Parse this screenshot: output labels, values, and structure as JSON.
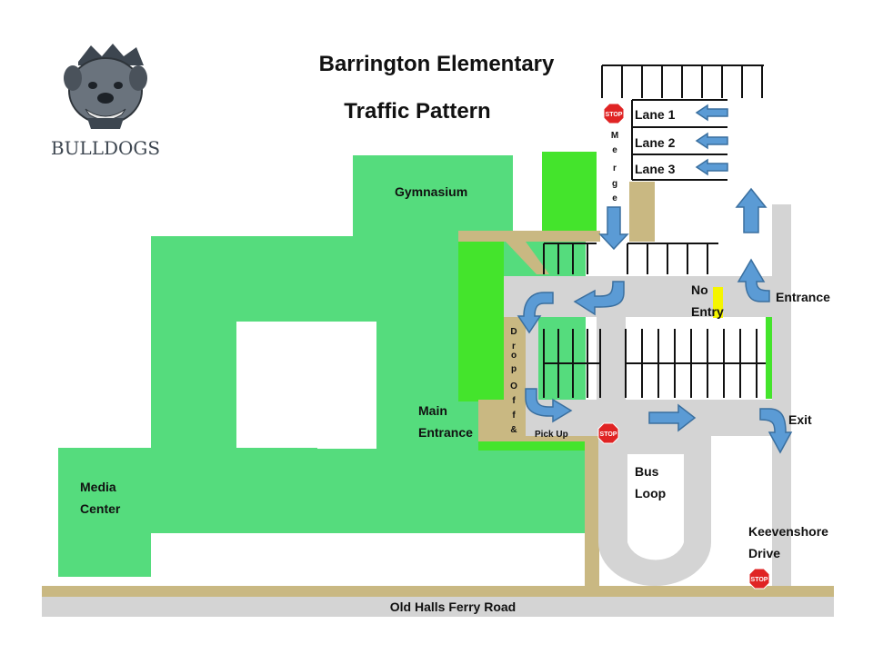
{
  "title": {
    "line1": "Barrington Elementary",
    "line2": "Traffic Pattern"
  },
  "logo": {
    "text": "BULLDOGS"
  },
  "labels": {
    "gymnasium": "Gymnasium",
    "main_entrance_1": "Main",
    "main_entrance_2": "Entrance",
    "media_center_1": "Media",
    "media_center_2": "Center",
    "bus_loop_1": "Bus",
    "bus_loop_2": "Loop",
    "no_entry_1": "No",
    "no_entry_2": "Entry",
    "entrance": "Entrance",
    "exit": "Exit",
    "street_1": "Keevenshore",
    "street_2": "Drive",
    "road": "Old Halls Ferry Road",
    "pick_up": "Pick Up",
    "stop": "STOP"
  },
  "lanes": [
    "Lane 1",
    "Lane 2",
    "Lane 3"
  ],
  "vertical_text": {
    "merge": [
      "M",
      "e",
      "r",
      "g",
      "e"
    ],
    "drop_off": [
      "D",
      "r",
      "o",
      "p",
      "",
      "O",
      "f",
      "f",
      "&"
    ]
  },
  "colors": {
    "building": "#55dc7d",
    "grass": "#44e42c",
    "pavement": "#d4d4d4",
    "sidewalk": "#c9b882",
    "arrow": "#5b9bd5",
    "stop": "#e02424",
    "no_entry_marker": "#f5f500"
  },
  "icons": {
    "logo": "bulldog-mascot-icon",
    "stop": "stop-sign-icon",
    "arrow": "direction-arrow-icon"
  }
}
